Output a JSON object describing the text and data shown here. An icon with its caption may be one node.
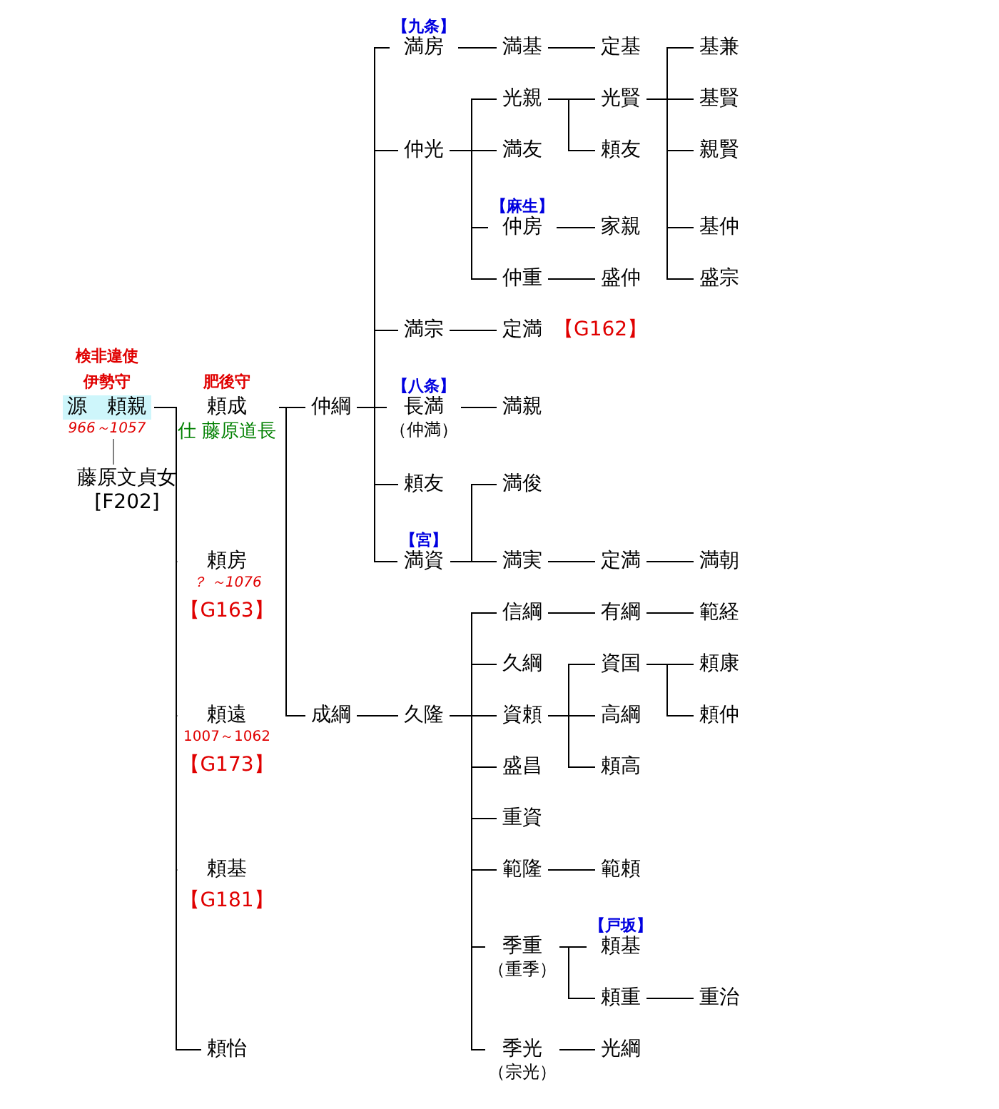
{
  "diagram": {
    "nodes": [
      {
        "text": [
          "源　頼親"
        ],
        "beside": [
          "検非違使",
          "伊勢守",
          "966～1057"
        ]
      },
      {
        "text": [
          "藤原文貞女",
          "[F202]"
        ]
      },
      {
        "text": [
          "頼成"
        ],
        "beside": [
          "肥後守",
          "仕 藤原道長"
        ]
      },
      {
        "text": [
          "頼房"
        ],
        "beside": [
          "？ ～1076",
          "【G163】"
        ]
      },
      {
        "text": [
          "頼遠"
        ],
        "beside": [
          "1007～1062",
          "【G173】"
        ]
      },
      {
        "text": [
          "頼基"
        ],
        "beside": [
          "【G181】"
        ]
      },
      {
        "text": [
          "頼怡"
        ]
      },
      {
        "text": [
          "仲綱"
        ]
      },
      {
        "text": [
          "成綱"
        ]
      },
      {
        "text": [
          "満房"
        ],
        "beside": [
          "【九条】"
        ]
      },
      {
        "text": [
          "仲光"
        ]
      },
      {
        "text": [
          "満宗"
        ]
      },
      {
        "text": [
          "長満",
          "（仲満）"
        ],
        "beside": [
          "【八条】"
        ]
      },
      {
        "text": [
          "頼友"
        ]
      },
      {
        "text": [
          "満資"
        ],
        "beside": [
          "【宮】"
        ]
      },
      {
        "text": [
          "久隆"
        ]
      },
      {
        "text": [
          "満基"
        ]
      },
      {
        "text": [
          "光親"
        ]
      },
      {
        "text": [
          "満友"
        ]
      },
      {
        "text": [
          "仲房"
        ],
        "beside": [
          "【麻生】"
        ]
      },
      {
        "text": [
          "仲重"
        ]
      },
      {
        "text": [
          "定満"
        ],
        "beside": [
          "【G162】"
        ]
      },
      {
        "text": [
          "満親"
        ]
      },
      {
        "text": [
          "満俊"
        ]
      },
      {
        "text": [
          "満実"
        ]
      },
      {
        "text": [
          "信綱"
        ]
      },
      {
        "text": [
          "久綱"
        ]
      },
      {
        "text": [
          "資頼"
        ]
      },
      {
        "text": [
          "盛昌"
        ]
      },
      {
        "text": [
          "重資"
        ]
      },
      {
        "text": [
          "範隆"
        ]
      },
      {
        "text": [
          "季重",
          "（重季）"
        ]
      },
      {
        "text": [
          "季光",
          "（宗光）"
        ]
      },
      {
        "text": [
          "定基"
        ]
      },
      {
        "text": [
          "光賢"
        ]
      },
      {
        "text": [
          "頼友"
        ]
      },
      {
        "text": [
          "家親"
        ]
      },
      {
        "text": [
          "盛仲"
        ]
      },
      {
        "text": [
          "定満"
        ]
      },
      {
        "text": [
          "有綱"
        ]
      },
      {
        "text": [
          "資国"
        ]
      },
      {
        "text": [
          "高綱"
        ]
      },
      {
        "text": [
          "頼高"
        ]
      },
      {
        "text": [
          "範頼"
        ]
      },
      {
        "text": [
          "頼基"
        ],
        "beside": [
          "【戸坂】"
        ]
      },
      {
        "text": [
          "頼重"
        ]
      },
      {
        "text": [
          "光綱"
        ]
      },
      {
        "text": [
          "基兼"
        ]
      },
      {
        "text": [
          "基賢"
        ]
      },
      {
        "text": [
          "親賢"
        ]
      },
      {
        "text": [
          "基仲"
        ]
      },
      {
        "text": [
          "盛宗"
        ]
      },
      {
        "text": [
          "満朝"
        ]
      },
      {
        "text": [
          "範経"
        ]
      },
      {
        "text": [
          "頼康"
        ]
      },
      {
        "text": [
          "頼仲"
        ]
      },
      {
        "text": [
          "重治"
        ]
      }
    ],
    "edges": [
      {
        "from": 0,
        "to": 1,
        "arrow": "none",
        "color": "#808080"
      },
      {
        "from": 0,
        "to": 2,
        "arrow": "none"
      },
      {
        "from": 0,
        "to": 3,
        "arrow": "none"
      },
      {
        "from": 0,
        "to": 4,
        "arrow": "none"
      },
      {
        "from": 0,
        "to": 5,
        "arrow": "none"
      },
      {
        "from": 0,
        "to": 6,
        "arrow": "none"
      },
      {
        "from": 2,
        "to": 7,
        "arrow": "none"
      },
      {
        "from": 2,
        "to": 8,
        "arrow": "none"
      },
      {
        "from": 7,
        "to": 9,
        "arrow": "none"
      },
      {
        "from": 7,
        "to": 10,
        "arrow": "none"
      },
      {
        "from": 7,
        "to": 11,
        "arrow": "none"
      },
      {
        "from": 7,
        "to": 12,
        "arrow": "none"
      },
      {
        "from": 7,
        "to": 13,
        "arrow": "none"
      },
      {
        "from": 7,
        "to": 14,
        "arrow": "none"
      },
      {
        "from": 8,
        "to": 15,
        "arrow": "none"
      },
      {
        "from": 9,
        "to": 16,
        "arrow": "none"
      },
      {
        "from": 16,
        "to": 33,
        "arrow": "none"
      },
      {
        "from": 10,
        "to": 17,
        "arrow": "none"
      },
      {
        "from": 10,
        "to": 18,
        "arrow": "none"
      },
      {
        "from": 10,
        "to": 19,
        "arrow": "none"
      },
      {
        "from": 10,
        "to": 20,
        "arrow": "none"
      },
      {
        "from": 17,
        "to": 34,
        "arrow": "none"
      },
      {
        "from": 17,
        "to": 35,
        "arrow": "none"
      },
      {
        "from": 34,
        "to": 47,
        "arrow": "none"
      },
      {
        "from": 34,
        "to": 48,
        "arrow": "none"
      },
      {
        "from": 34,
        "to": 49,
        "arrow": "none"
      },
      {
        "from": 34,
        "to": 50,
        "arrow": "none"
      },
      {
        "from": 34,
        "to": 51,
        "arrow": "none"
      },
      {
        "from": 19,
        "to": 36,
        "arrow": "none"
      },
      {
        "from": 20,
        "to": 37,
        "arrow": "none"
      },
      {
        "from": 11,
        "to": 21,
        "arrow": "none"
      },
      {
        "from": 12,
        "to": 22,
        "arrow": "none"
      },
      {
        "from": 14,
        "to": 23,
        "arrow": "none"
      },
      {
        "from": 14,
        "to": 24,
        "arrow": "none"
      },
      {
        "from": 24,
        "to": 38,
        "arrow": "none"
      },
      {
        "from": 38,
        "to": 52,
        "arrow": "none"
      },
      {
        "from": 15,
        "to": 25,
        "arrow": "none"
      },
      {
        "from": 15,
        "to": 26,
        "arrow": "none"
      },
      {
        "from": 15,
        "to": 27,
        "arrow": "none"
      },
      {
        "from": 15,
        "to": 28,
        "arrow": "none"
      },
      {
        "from": 15,
        "to": 29,
        "arrow": "none"
      },
      {
        "from": 15,
        "to": 30,
        "arrow": "none"
      },
      {
        "from": 15,
        "to": 31,
        "arrow": "none"
      },
      {
        "from": 15,
        "to": 32,
        "arrow": "none"
      },
      {
        "from": 25,
        "to": 39,
        "arrow": "none"
      },
      {
        "from": 39,
        "to": 53,
        "arrow": "none"
      },
      {
        "from": 27,
        "to": 40,
        "arrow": "none"
      },
      {
        "from": 27,
        "to": 41,
        "arrow": "none"
      },
      {
        "from": 27,
        "to": 42,
        "arrow": "none"
      },
      {
        "from": 40,
        "to": 54,
        "arrow": "none"
      },
      {
        "from": 40,
        "to": 55,
        "arrow": "none"
      },
      {
        "from": 30,
        "to": 43,
        "arrow": "none"
      },
      {
        "from": 31,
        "to": 44,
        "arrow": "none"
      },
      {
        "from": 31,
        "to": 45,
        "arrow": "none"
      },
      {
        "from": 45,
        "to": 56,
        "arrow": "none"
      },
      {
        "from": 32,
        "to": 46,
        "arrow": "none"
      }
    ]
  }
}
